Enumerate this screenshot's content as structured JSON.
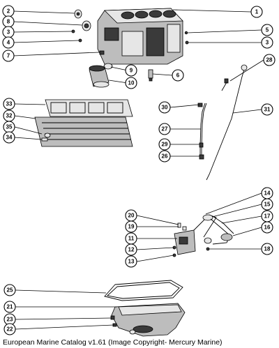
{
  "caption": "European Marine Catalog v1.61 (Image Copyright- Mercury Marine)",
  "callouts": [
    "1",
    "2",
    "8",
    "3",
    "4",
    "7",
    "5",
    "3",
    "9",
    "10",
    "6",
    "28",
    "33",
    "32",
    "35",
    "34",
    "30",
    "31",
    "27",
    "29",
    "26",
    "14",
    "15",
    "20",
    "19",
    "17",
    "16",
    "11",
    "12",
    "13",
    "18",
    "25",
    "21",
    "23",
    "22"
  ]
}
